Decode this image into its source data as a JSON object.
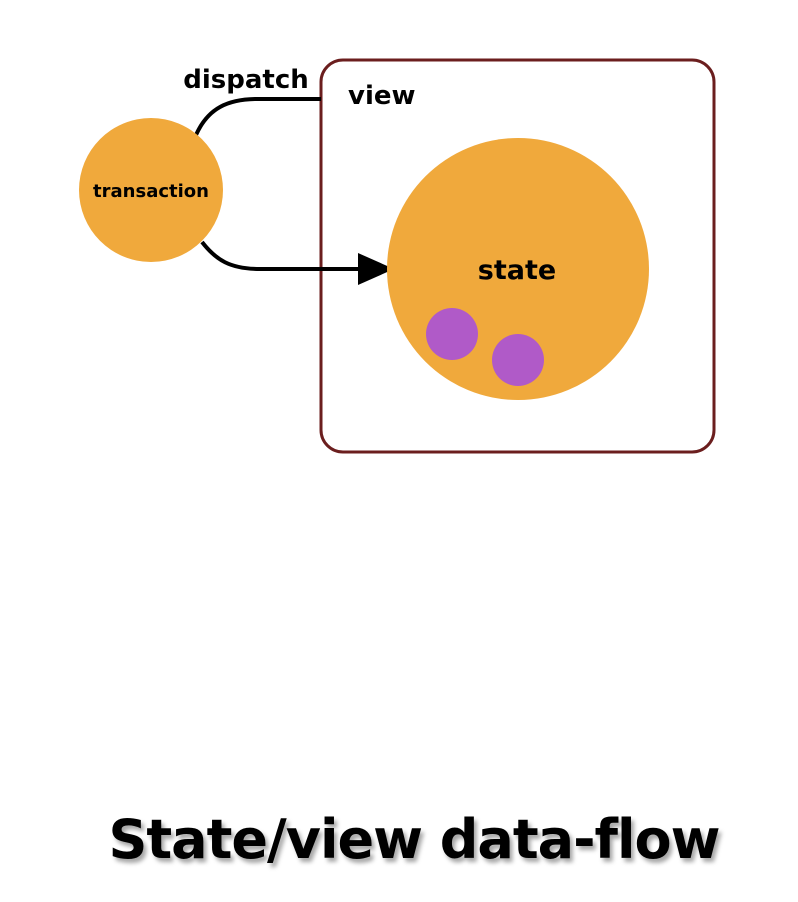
{
  "labels": {
    "dispatch": "dispatch",
    "view": "view",
    "transaction": "transaction",
    "state": "state"
  },
  "title": "State/view data-flow",
  "colors": {
    "node_fill": "#F0A93C",
    "view_border": "#6B1E1E",
    "dot_fill": "#B05AC8",
    "arrow": "#000000"
  }
}
